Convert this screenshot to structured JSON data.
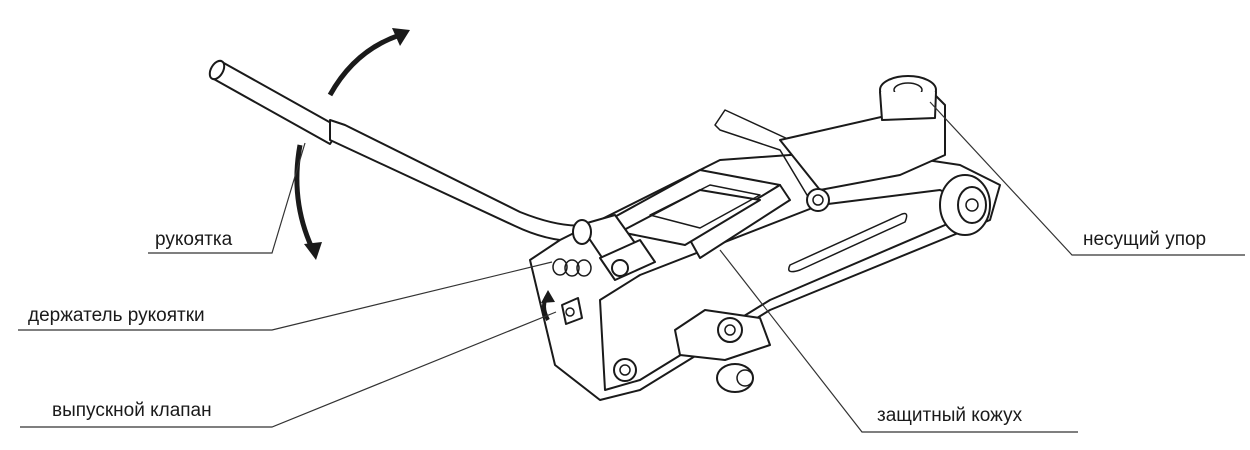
{
  "labels": {
    "handle": "рукоятка",
    "handle_holder": "держатель рукоятки",
    "release_valve": "выпускной клапан",
    "load_saddle": "несущий упор",
    "protective_cover": "защитный кожух"
  },
  "colors": {
    "line": "#1a1a1a",
    "leader": "#333333",
    "background": "#ffffff"
  }
}
